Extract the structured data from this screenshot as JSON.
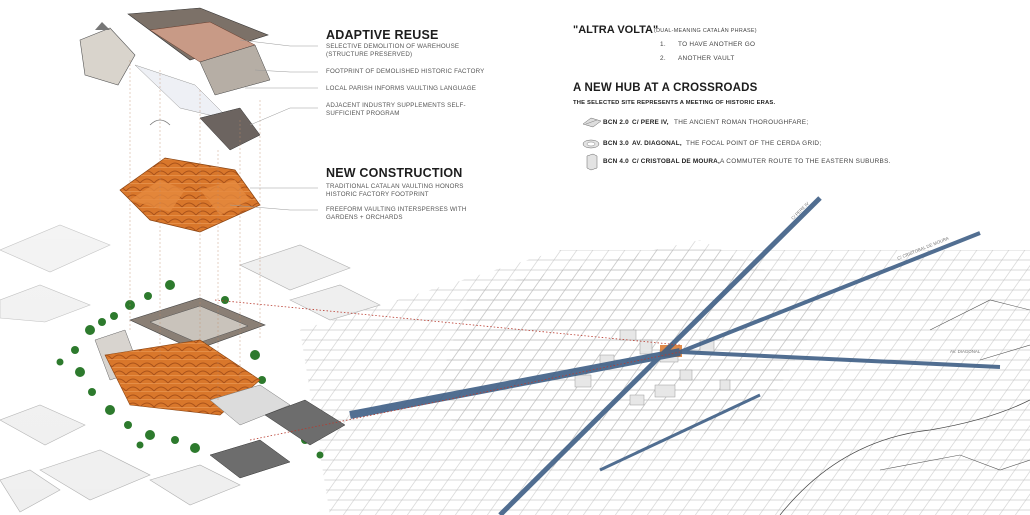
{
  "adaptive_reuse": {
    "heading": "ADAPTIVE REUSE",
    "notes": [
      "SELECTIVE DEMOLITION OF WAREHOUSE",
      "(STRUCTURE PRESERVED)",
      "FOOTPRINT OF DEMOLISHED HISTORIC FACTORY",
      "LOCAL PARISH INFORMS VAULTING LANGUAGE",
      "ADJACENT INDUSTRY SUPPLEMENTS SELF-",
      "SUFFICIENT PROGRAM"
    ]
  },
  "new_construction": {
    "heading": "NEW CONSTRUCTION",
    "notes": [
      "TRADITIONAL CATALAN VAULTING HONORS",
      "HISTORIC FACTORY FOOTPRINT",
      "FREEFORM VAULTING INTERSPERSES WITH",
      "GARDENS + ORCHARDS"
    ]
  },
  "phrase": {
    "title": "\"ALTRA VOLTA\"",
    "subtitle": "(DUAL-MEANING CATALÁN PHRASE)",
    "items": [
      {
        "num": "1.",
        "text": "TO HAVE ANOTHER GO"
      },
      {
        "num": "2.",
        "text": "ANOTHER VAULT"
      }
    ]
  },
  "hub": {
    "heading": "A NEW HUB AT A CROSSROADS",
    "subheading": "THE SELECTED SITE REPRESENTS A MEETING OF HISTORIC ERAS.",
    "eras": [
      {
        "code": "BCN 2.0",
        "street": "C/ PERE IV,",
        "desc": "THE ANCIENT ROMAN THOROUGHFARE;",
        "icon": "roman-road-icon"
      },
      {
        "code": "BCN 3.0",
        "street": "AV. DIAGONAL,",
        "desc": "THE FOCAL POINT OF THE CERDA GRID;",
        "icon": "cerda-block-icon"
      },
      {
        "code": "BCN 4.0",
        "street": "C/ CRISTOBAL DE MOURA,",
        "desc": "A COMMUTER ROUTE TO THE EASTERN SUBURBS.",
        "icon": "commuter-tower-icon"
      }
    ]
  },
  "map_labels": {
    "pere_iv": "C/ PERE IV",
    "cristobal": "C/ CRISTOBAL DE MOURA",
    "diagonal": "AV. DIAGONAL"
  },
  "colors": {
    "vault_orange": "#d9772b",
    "road_blue": "#3f5f86",
    "leader_red": "#b83a2e"
  }
}
